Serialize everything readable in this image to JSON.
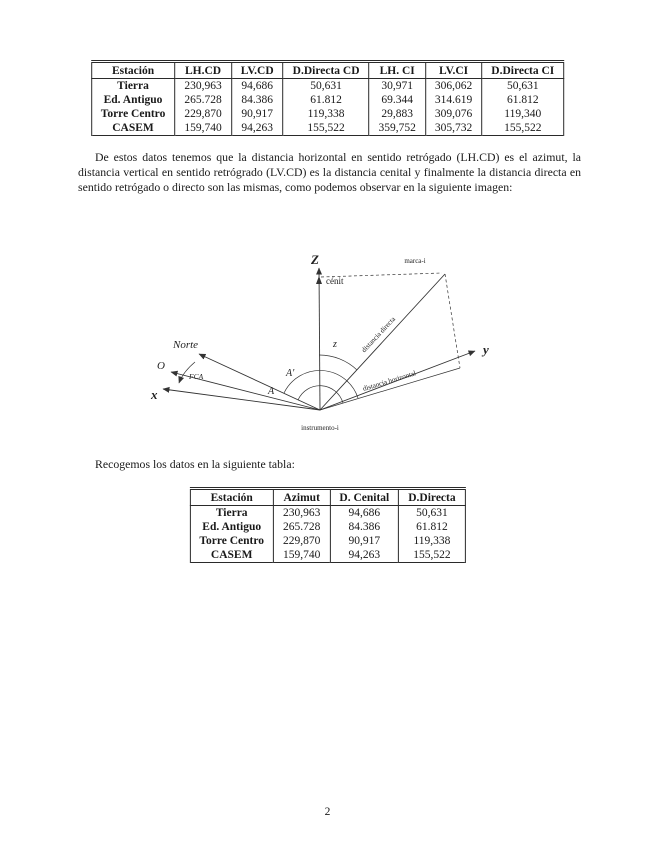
{
  "page_number": "2",
  "paragraphs": {
    "p1": "De estos datos tenemos que la distancia horizontal en sentido retrógado (LH.CD) es el azimut, la distancia vertical en sentido retrógrado (LV.CD) es la distancia cenital y finalmente la distancia directa en sentido retrógado o directo son las mismas, como podemos observar en la siguiente imagen:",
    "p2": "Recogemos los datos en la siguiente tabla:"
  },
  "table1": {
    "headers": [
      "Estación",
      "LH.CD",
      "LV.CD",
      "D.Directa CD",
      "LH. CI",
      "LV.CI",
      "D.Directa CI"
    ],
    "rows": [
      [
        "Tierra",
        "230,963",
        "94,686",
        "50,631",
        "30,971",
        "306,062",
        "50,631"
      ],
      [
        "Ed. Antiguo",
        "265.728",
        "84.386",
        "61.812",
        "69.344",
        "314.619",
        "61.812"
      ],
      [
        "Torre Centro",
        "229,870",
        "90,917",
        "119,338",
        "29,883",
        "309,076",
        "119,340"
      ],
      [
        "CASEM",
        "159,740",
        "94,263",
        "155,522",
        "359,752",
        "305,732",
        "155,522"
      ]
    ]
  },
  "table2": {
    "headers": [
      "Estación",
      "Azimut",
      "D. Cenital",
      "D.Directa"
    ],
    "rows": [
      [
        "Tierra",
        "230,963",
        "94,686",
        "50,631"
      ],
      [
        "Ed. Antiguo",
        "265.728",
        "84.386",
        "61.812"
      ],
      [
        "Torre Centro",
        "229,870",
        "90,917",
        "119,338"
      ],
      [
        "CASEM",
        "159,740",
        "94,263",
        "155,522"
      ]
    ]
  },
  "figure": {
    "labels": {
      "z_axis": "Z",
      "cenit": "cénit",
      "y_axis": "y",
      "x_axis": "x",
      "norte": "Norte",
      "origin_o": "O",
      "fca": "FCA",
      "angle_z": "z",
      "angle_a_prime": "A'",
      "angle_a": "A",
      "marca": "marca-i",
      "dist_directa": "distancia directa",
      "dist_horizontal": "distancia horizontal",
      "instrumento": "instrumento-i"
    }
  }
}
